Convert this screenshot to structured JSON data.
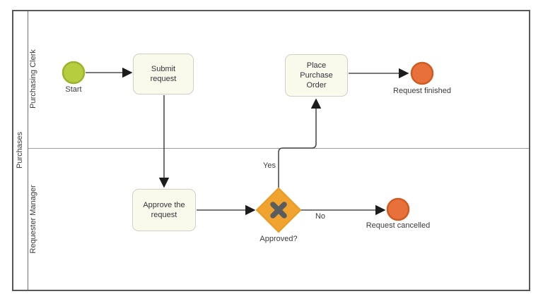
{
  "diagram": {
    "pool": {
      "label": "Purchases"
    },
    "lanes": [
      {
        "label": "Purchasing Clerk"
      },
      {
        "label": "Requester Manager"
      }
    ],
    "nodes": {
      "start": {
        "type": "start-event",
        "label": "Start"
      },
      "submit": {
        "type": "task",
        "label": "Submit request"
      },
      "approve": {
        "type": "task",
        "label": "Approve the request"
      },
      "gateway": {
        "type": "exclusive-gateway",
        "label": "Approved?"
      },
      "place_order": {
        "type": "task",
        "label": "Place Purchase Order"
      },
      "finished": {
        "type": "end-event",
        "label": "Request finished"
      },
      "cancelled": {
        "type": "end-event",
        "label": "Request cancelled"
      }
    },
    "flows": {
      "yes_label": "Yes",
      "no_label": "No"
    },
    "colors": {
      "start_fill": "#b5cd3e",
      "start_stroke": "#9ab32c",
      "end_fill": "#e8713b",
      "end_stroke": "#cf5b23",
      "gateway_fill": "#f1a32f",
      "gateway_stroke": "#eb9a22",
      "gateway_x": "#5a5d60",
      "task_fill": "#fafaec",
      "task_stroke": "#cfcfc0",
      "connector": "#4d4d4d"
    }
  }
}
